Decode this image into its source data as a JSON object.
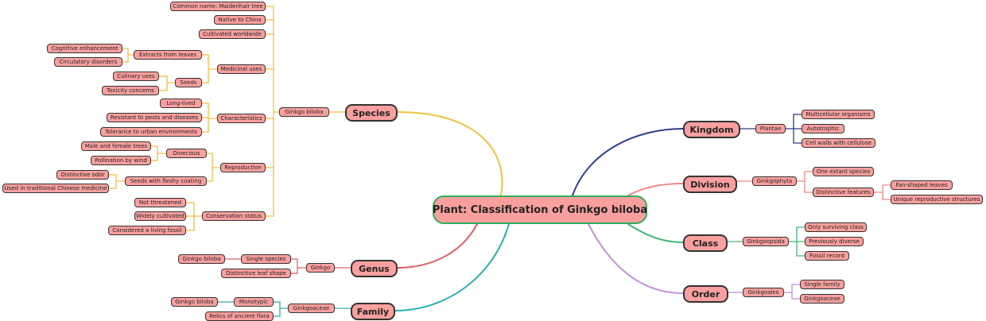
{
  "root": "Plant: Classification of Ginkgo biloba",
  "colors": {
    "node_fill": "#f9a09e",
    "species_branch": "#f0c040",
    "genus_branch": "#e0606a",
    "family_branch": "#2ab0a8",
    "kingdom_branch": "#2e3c8c",
    "division_branch": "#f08888",
    "class_branch": "#40b878",
    "order_branch": "#c090d8",
    "root_border": "#2fae5b"
  },
  "species": {
    "label": "Species",
    "child": "Ginkgo biloba",
    "common_name": "Common name: Maidenhair tree",
    "native": "Native to China",
    "cultivated": "Cultivated worldwide",
    "medicinal": {
      "label": "Medicinal uses",
      "extracts": "Extracts from leaves",
      "cognitive": "Cognitive enhancement",
      "circulatory": "Circulatory disorders",
      "seeds": "Seeds",
      "culinary": "Culinary uses",
      "toxicity": "Toxicity concerns"
    },
    "characteristics": {
      "label": "Characteristics",
      "long_lived": "Long-lived",
      "resistant": "Resistant to pests and diseases",
      "tolerance": "Tolerance to urban environments"
    },
    "reproduction": {
      "label": "Reproduction",
      "dioecious": "Dioecious",
      "male_female": "Male and female trees",
      "pollination": "Pollination by wind",
      "seeds_coating": "Seeds with fleshy coating",
      "odor": "Distinctive odor",
      "medicine": "Used in traditional Chinese medicine"
    },
    "conservation": {
      "label": "Conservation status",
      "not_threatened": "Not threatened",
      "widely": "Widely cultivated",
      "fossil": "Considered a living fossil"
    }
  },
  "genus": {
    "label": "Genus",
    "child": "Ginkgo",
    "single_species": "Single species",
    "ginkgo_biloba": "Ginkgo biloba",
    "leaf_shape": "Distinctive leaf shape"
  },
  "family": {
    "label": "Family",
    "child": "Ginkgoaceae",
    "monotypic": "Monotypic",
    "ginkgo_biloba": "Ginkgo biloba",
    "relics": "Relics of ancient flora"
  },
  "kingdom": {
    "label": "Kingdom",
    "child": "Plantae",
    "multicellular": "Multicellular organisms",
    "autotrophic": "Autotrophic",
    "cell_walls": "Cell walls with cellulose"
  },
  "division": {
    "label": "Division",
    "child": "Ginkgophyta",
    "one_extant": "One extant species",
    "features": "Distinctive features",
    "fan_leaves": "Fan-shaped leaves",
    "unique_repro": "Unique reproductive structures"
  },
  "class": {
    "label": "Class",
    "child": "Ginkgoopsida",
    "only_surviving": "Only surviving class",
    "previously": "Previously diverse",
    "fossil_record": "Fossil record"
  },
  "order": {
    "label": "Order",
    "child": "Ginkgoales",
    "single_family": "Single family",
    "ginkgoaceae": "Ginkgoaceae"
  }
}
